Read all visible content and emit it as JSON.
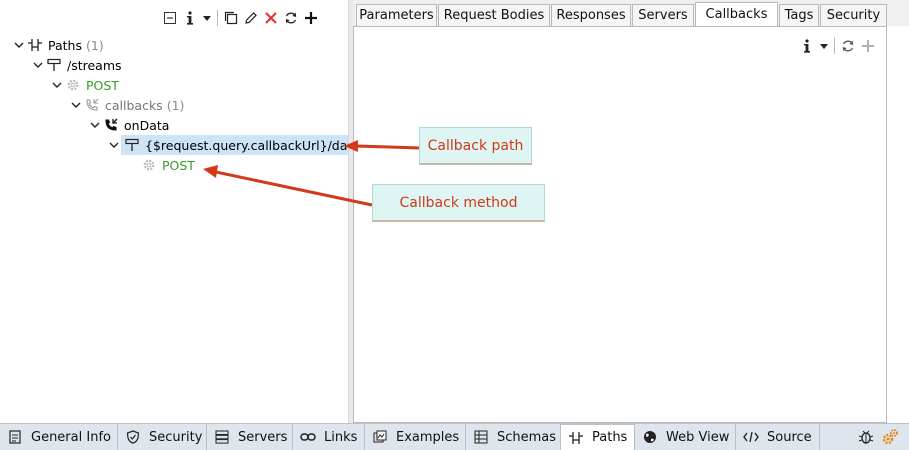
{
  "left_toolbar": {
    "icons": [
      "collapse-all-icon",
      "info-icon",
      "dropdown-arrow-icon",
      "copy-icon",
      "edit-pencil-icon",
      "delete-icon",
      "refresh-icon",
      "add-icon"
    ]
  },
  "tree": {
    "paths": {
      "label": "Paths",
      "count": "(1)"
    },
    "streams": {
      "label": "/streams"
    },
    "post": {
      "label": "POST"
    },
    "callbacks": {
      "label": "callbacks",
      "count": "(1)"
    },
    "ondata": {
      "label": "onData"
    },
    "callback_path": {
      "label": "{$request.query.callbackUrl}/data"
    },
    "callback_post": {
      "label": "POST"
    }
  },
  "tabs": [
    {
      "label": "Parameters"
    },
    {
      "label": "Request Bodies"
    },
    {
      "label": "Responses"
    },
    {
      "label": "Servers"
    },
    {
      "label": "Callbacks"
    },
    {
      "label": "Tags"
    },
    {
      "label": "Security"
    }
  ],
  "active_tab": "Callbacks",
  "annotations": {
    "callback_path": "Callback path",
    "callback_method": "Callback method"
  },
  "bottom_tabs": [
    {
      "label": "General Info",
      "icon": "document-icon"
    },
    {
      "label": "Security",
      "icon": "shield-icon"
    },
    {
      "label": "Servers",
      "icon": "server-icon"
    },
    {
      "label": "Links",
      "icon": "link-icon"
    },
    {
      "label": "Examples",
      "icon": "examples-icon"
    },
    {
      "label": "Schemas",
      "icon": "schema-icon"
    },
    {
      "label": "Paths",
      "icon": "paths-icon"
    },
    {
      "label": "Web View",
      "icon": "globe-icon"
    },
    {
      "label": "Source",
      "icon": "code-icon"
    }
  ],
  "active_bottom_tab": "Paths",
  "colors": {
    "post_green": "#3a9a2a",
    "callout_text": "#cc3a1a",
    "callout_bg": "#dff5f3",
    "arrow": "#d23a1c",
    "selection": "#cde4f7",
    "delete_red": "#e03030"
  }
}
